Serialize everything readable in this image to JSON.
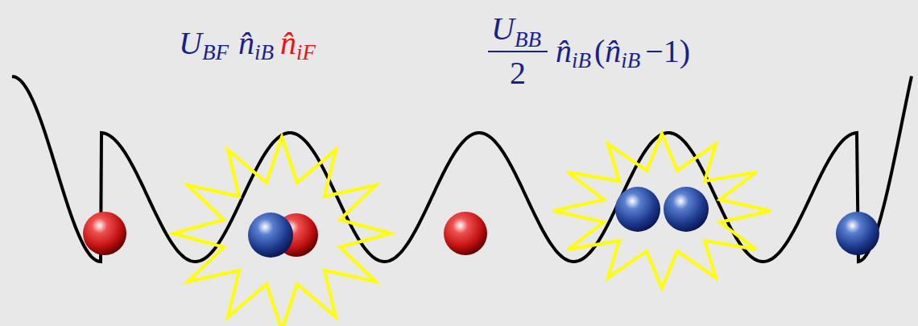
{
  "diagram": {
    "labels": [
      "U",
      "BF",
      "n̂",
      "iB",
      "n̂",
      "iF",
      "U",
      "BB",
      "2",
      "n̂",
      "iB",
      "(",
      "n̂",
      "iB",
      "−1)"
    ]
  }
}
